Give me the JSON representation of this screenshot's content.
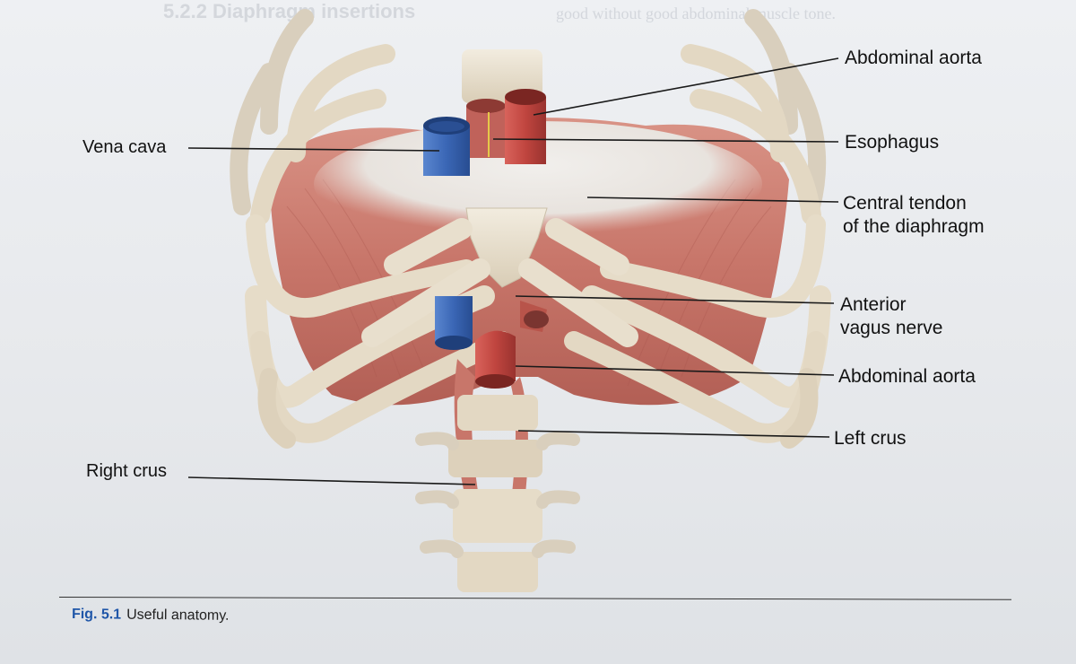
{
  "background_page": {
    "heading": "5.2.2 Diaphragm insertions",
    "top_right_fragment": "good without good abdominal muscle tone."
  },
  "labels": {
    "vena_cava": "Vena cava",
    "abdominal_aorta_top": "Abdominal aorta",
    "esophagus": "Esophagus",
    "central_tendon_line1": "Central tendon",
    "central_tendon_line2": "of the diaphragm",
    "anterior_vagus_line1": "Anterior",
    "anterior_vagus_line2": "vagus nerve",
    "abdominal_aorta_lower": "Abdominal aorta",
    "left_crus": "Left crus",
    "right_crus": "Right crus"
  },
  "caption": {
    "figure_number": "Fig. 5.1",
    "text": "Useful anatomy."
  },
  "colors": {
    "muscle": "#c8766a",
    "tendon": "#e9e6e1",
    "bone": "#e6dcc8",
    "vena_cava": "#3a66b5",
    "aorta": "#c0453f",
    "esophagus": "#b8544a"
  }
}
